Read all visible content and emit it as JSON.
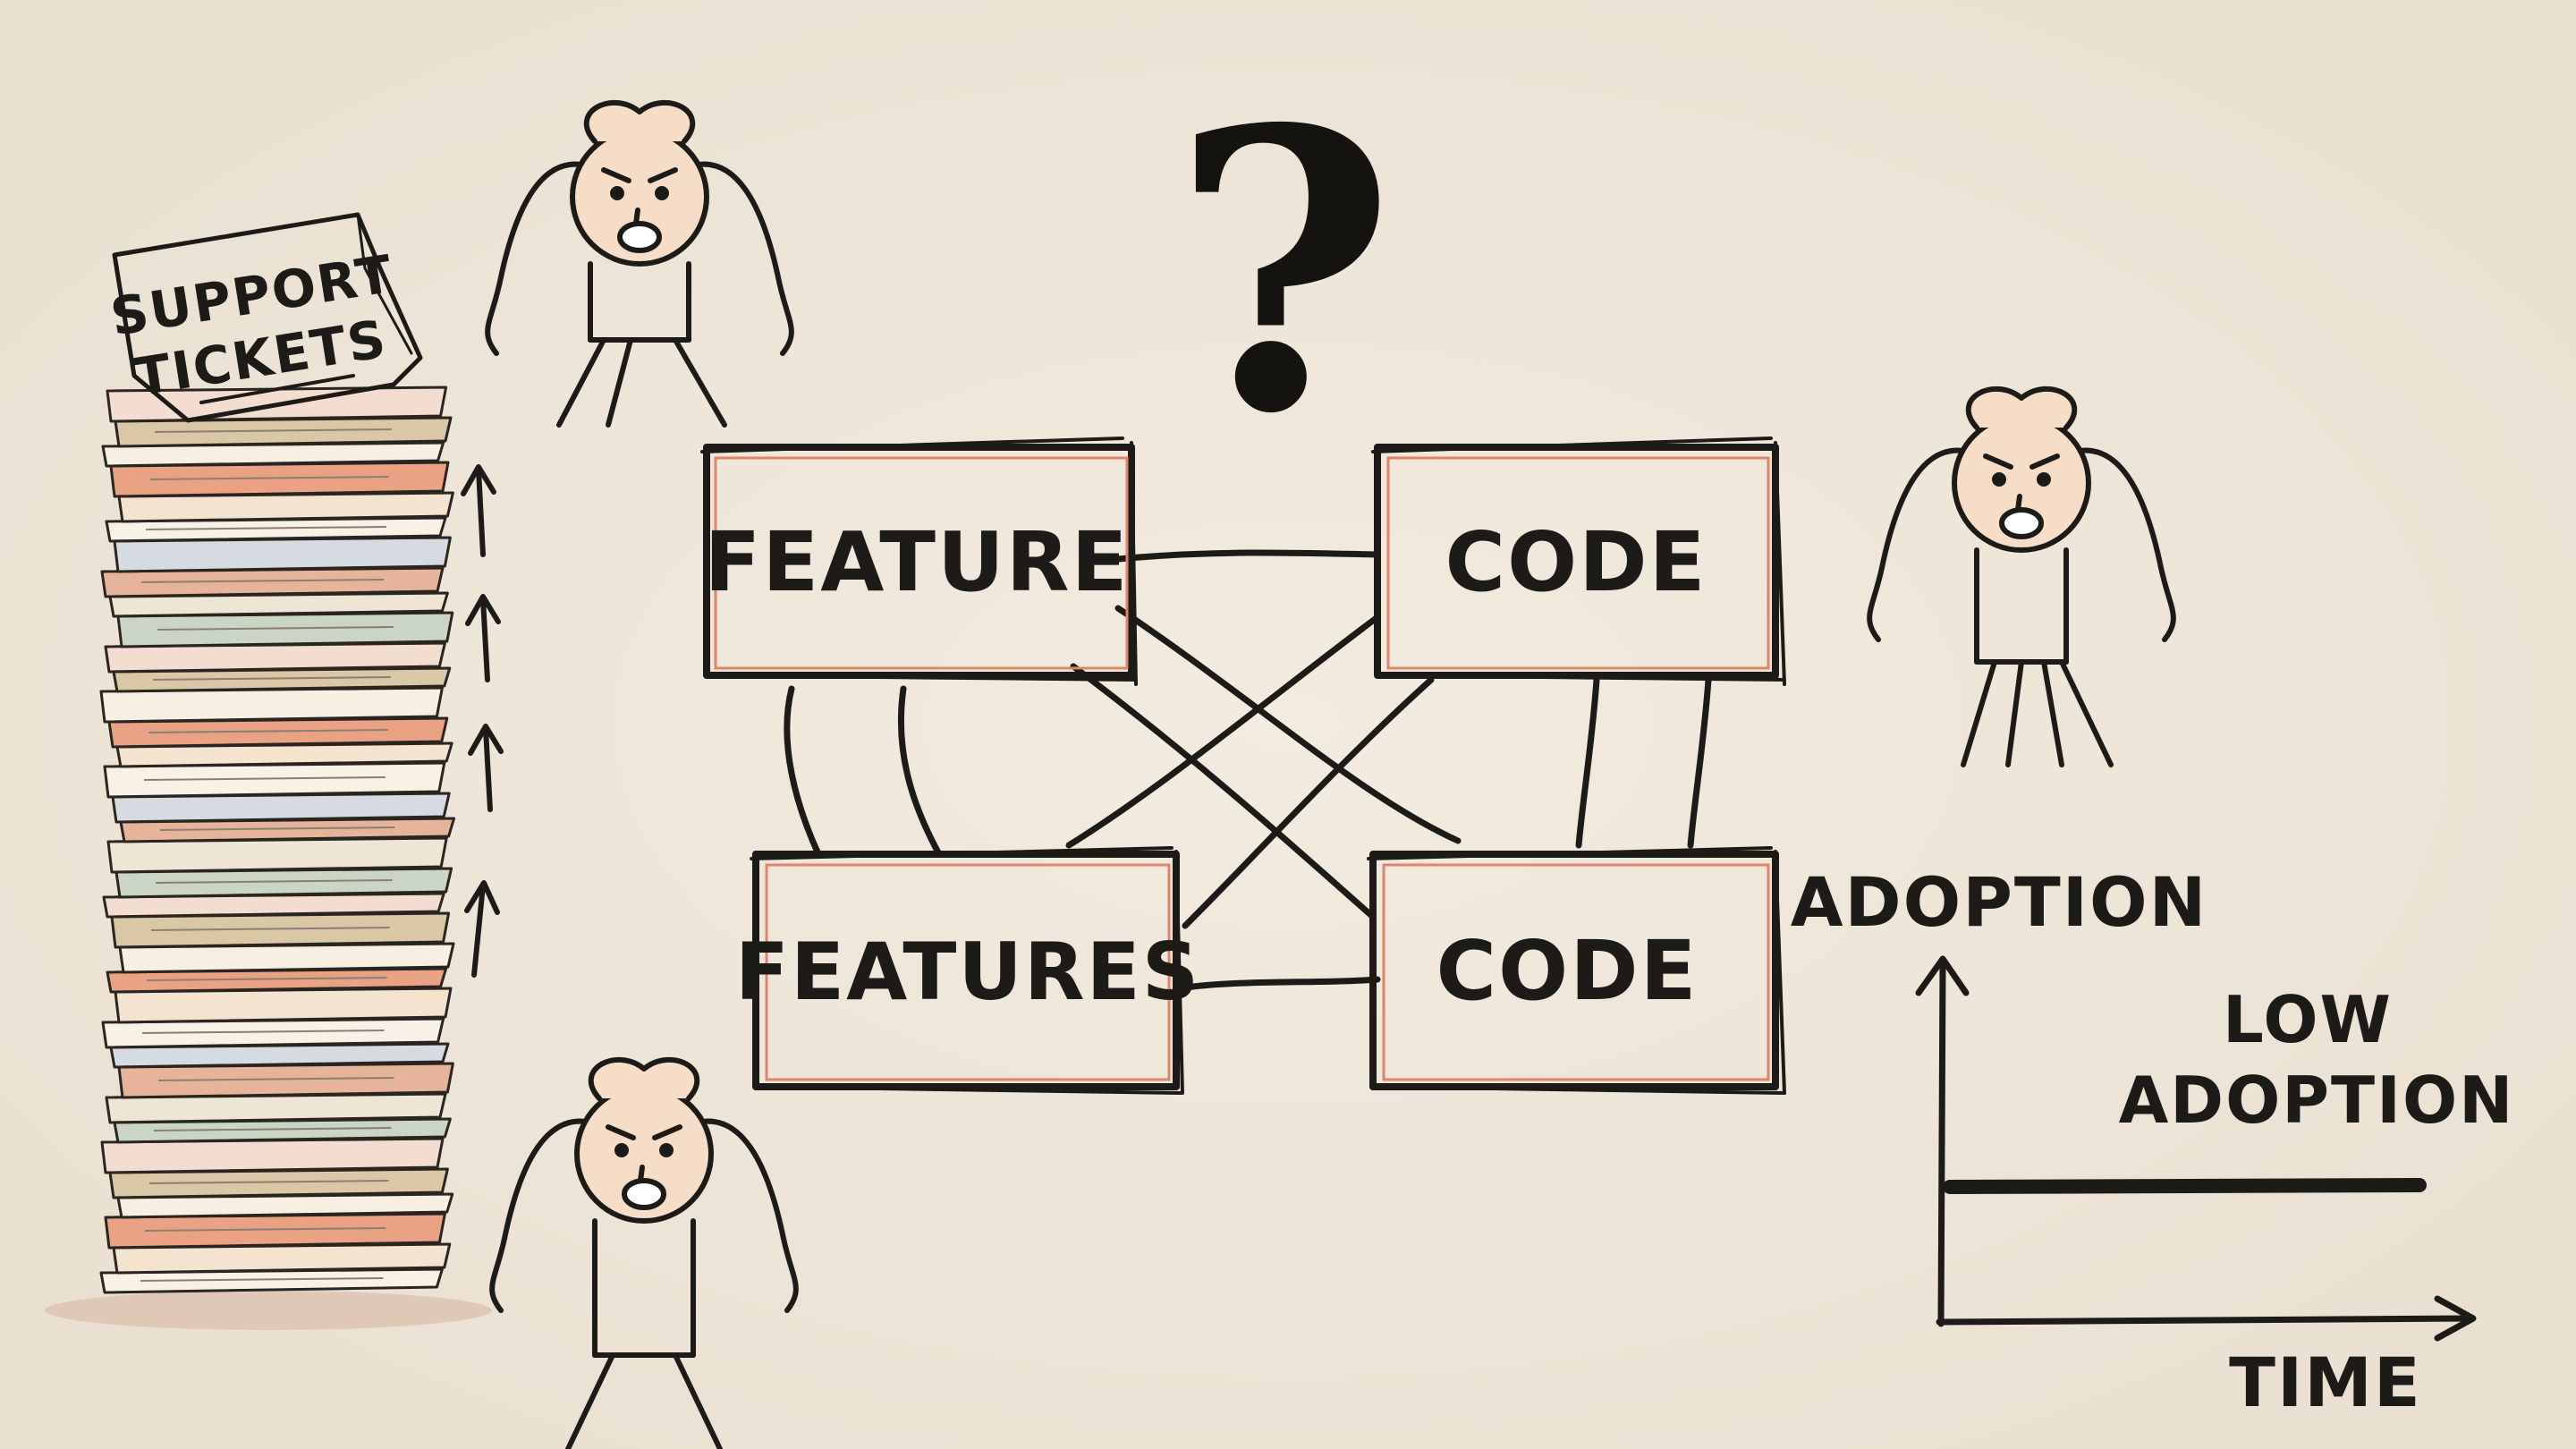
{
  "ticket_stack": {
    "label_line1": "SUPPORT",
    "label_line2": "TICKETS"
  },
  "diagram": {
    "box_feature": "FEATURE",
    "box_code_top": "CODE",
    "box_features": "FEATURES",
    "box_code_bottom": "CODE",
    "question_mark": "?"
  },
  "adoption_chart": {
    "y_axis_label": "ADOPTION",
    "x_axis_label": "TIME",
    "annotation_line1": "LOW",
    "annotation_line2": "ADOPTION"
  },
  "colors": {
    "background": "#efe7da",
    "ink": "#1d1b18",
    "box_fill": "#f1dfd3",
    "box_accent": "#e0836a",
    "paper": "#f7f1e6"
  }
}
